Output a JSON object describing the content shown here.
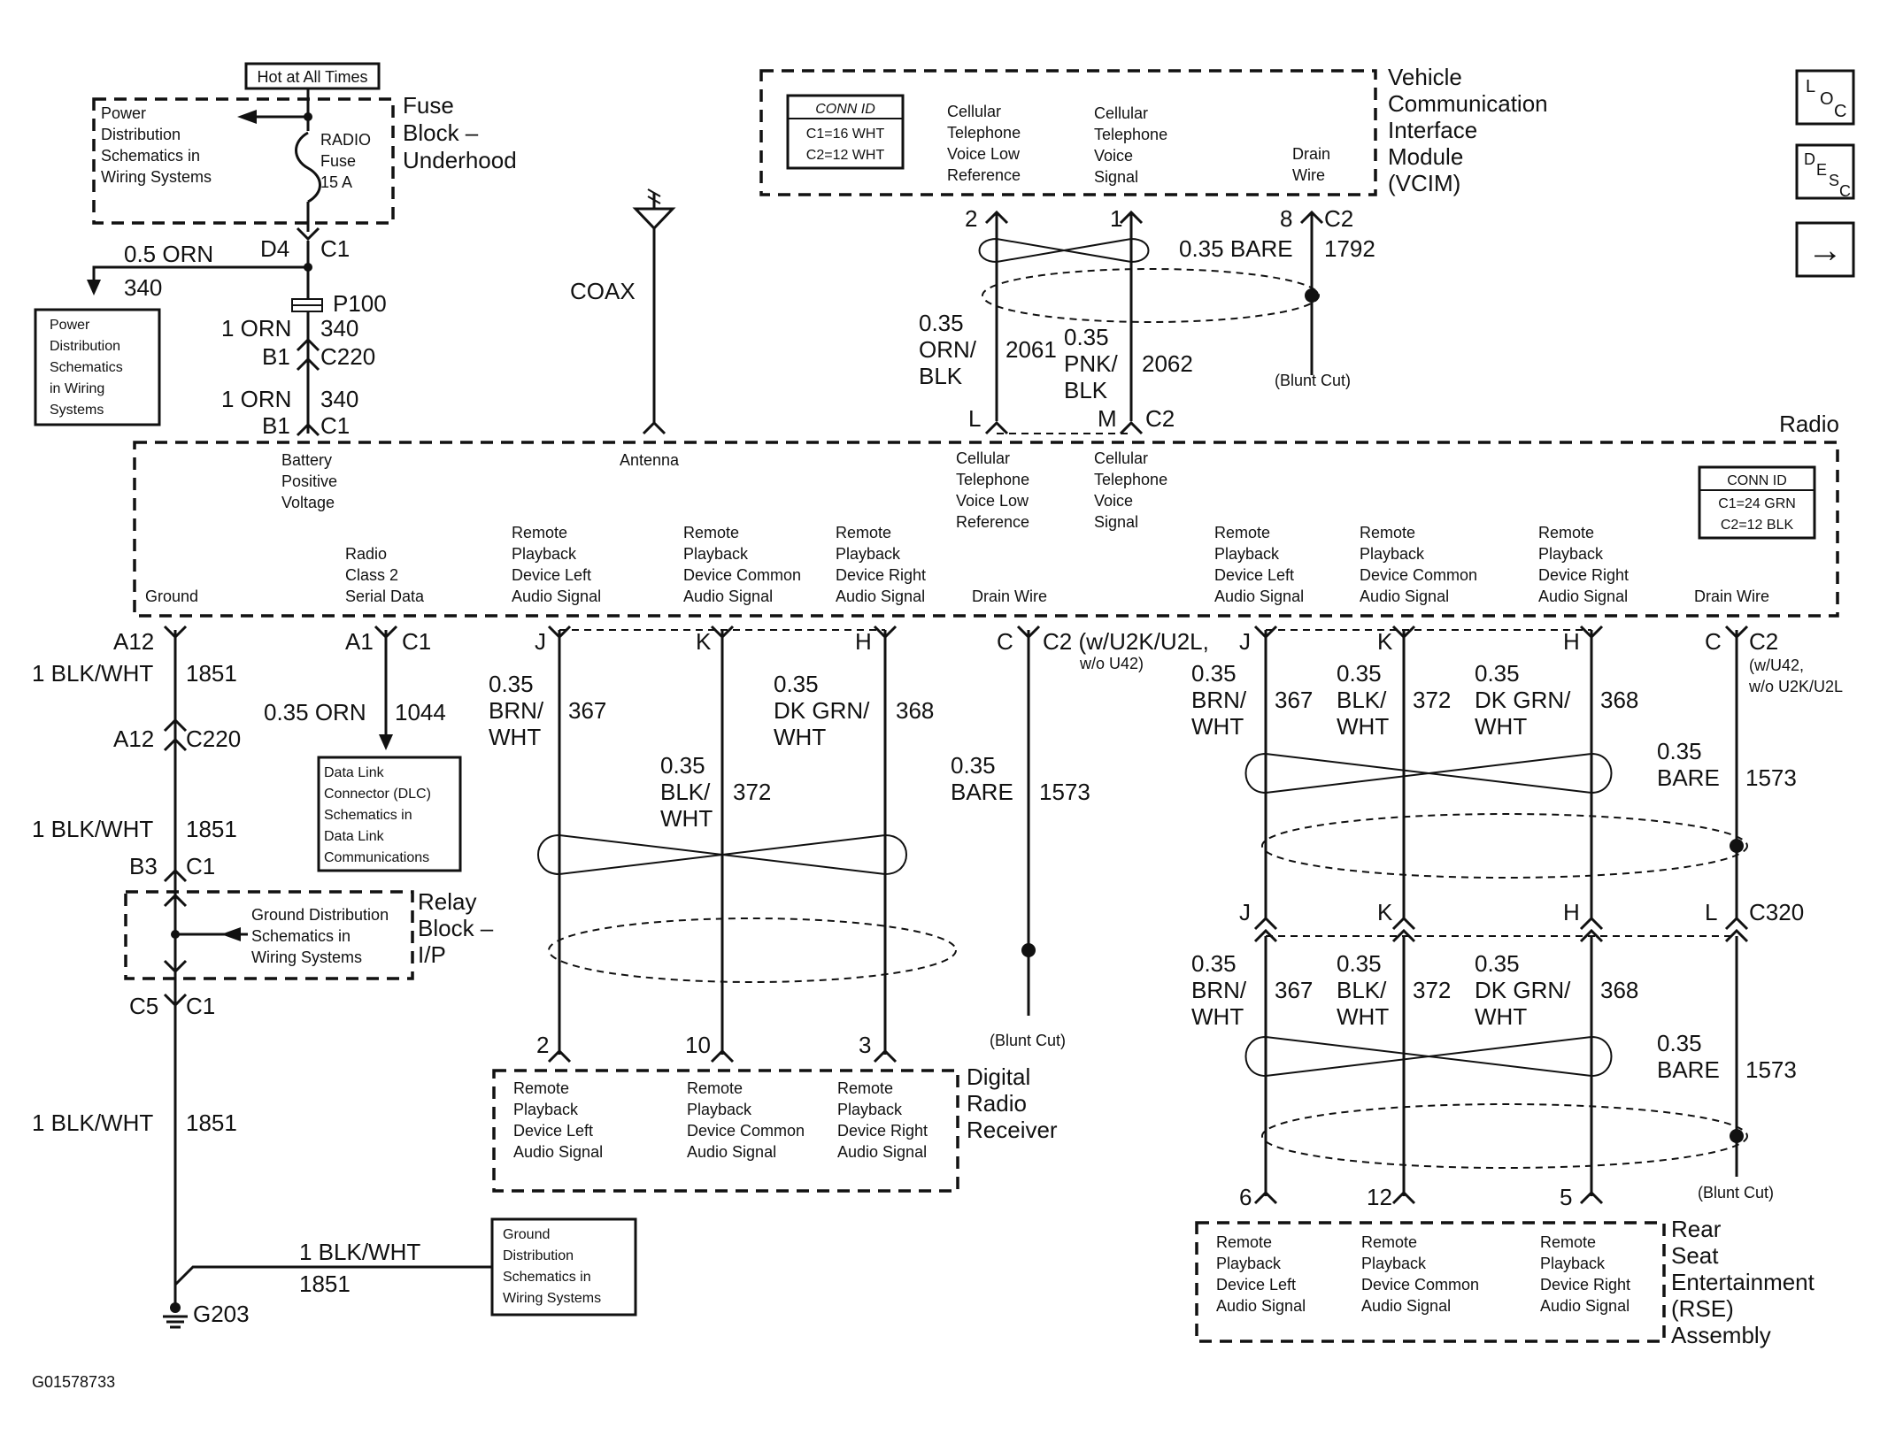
{
  "fuse_block": {
    "hot_label": "Hot at All Times",
    "name": [
      "Fuse",
      "Block –",
      "Underhood"
    ],
    "power_dist": [
      "Power",
      "Distribution",
      "Schematics in",
      "Wiring Systems"
    ],
    "fuse": [
      "RADIO",
      "Fuse",
      "15 A"
    ],
    "conn": [
      "D4",
      "C1"
    ]
  },
  "power_dist_box": [
    "Power",
    "Distribution",
    "Schematics",
    "in Wiring",
    "Systems"
  ],
  "battery_wires": {
    "branch_wire": [
      "0.5 ORN",
      "340"
    ],
    "splice": "P100",
    "w1": [
      "1 ORN",
      "340"
    ],
    "c220": [
      "B1",
      "C220"
    ],
    "w2": [
      "1 ORN",
      "340"
    ],
    "c1": [
      "B1",
      "C1"
    ]
  },
  "antenna": {
    "coax": "COAX"
  },
  "vcim": {
    "name": [
      "Vehicle",
      "Communication",
      "Interface",
      "Module",
      "(VCIM)"
    ],
    "conn_id": [
      "CONN ID",
      "C1=16 WHT",
      "C2=12 WHT"
    ],
    "pin_labels": [
      [
        "Cellular",
        "Telephone",
        "Voice Low",
        "Reference"
      ],
      [
        "Cellular",
        "Telephone",
        "Voice",
        "Signal"
      ],
      [
        "Drain",
        "Wire"
      ]
    ],
    "pins": [
      "2",
      "1",
      "8",
      "C2"
    ],
    "drain": [
      "0.35 BARE",
      "1792"
    ],
    "blunt_cut": "(Blunt Cut)",
    "wire_l": [
      "0.35",
      "ORN/",
      "BLK",
      "2061"
    ],
    "wire_m": [
      "0.35",
      "PNK/",
      "BLK",
      "2062"
    ],
    "radio_pins": [
      "L",
      "M",
      "C2"
    ]
  },
  "radio": {
    "name": "Radio",
    "conn_id": [
      "CONN ID",
      "C1=24 GRN",
      "C2=12 BLK"
    ],
    "battery": [
      "Battery",
      "Positive",
      "Voltage"
    ],
    "antenna": "Antenna",
    "cell_low": [
      "Cellular",
      "Telephone",
      "Voice Low",
      "Reference"
    ],
    "cell_sig": [
      "Cellular",
      "Telephone",
      "Voice",
      "Signal"
    ],
    "ground": "Ground",
    "class2": [
      "Radio",
      "Class 2",
      "Serial Data"
    ],
    "rp_left": [
      "Remote",
      "Playback",
      "Device Left",
      "Audio Signal"
    ],
    "rp_common": [
      "Remote",
      "Playback",
      "Device Common",
      "Audio Signal"
    ],
    "rp_right": [
      "Remote",
      "Playback",
      "Device Right",
      "Audio Signal"
    ],
    "drain_wire": "Drain Wire"
  },
  "ground_circuit": {
    "a12": "A12",
    "wire1": [
      "1 BLK/WHT",
      "1851"
    ],
    "c220": [
      "A12",
      "C220"
    ],
    "wire2": [
      "1 BLK/WHT",
      "1851"
    ],
    "c1": [
      "B3",
      "C1"
    ],
    "relay": [
      "Relay",
      "Block –",
      "I/P"
    ],
    "ground_dist": [
      "Ground Distribution",
      "Schematics in",
      "Wiring Systems"
    ],
    "c5": [
      "C5",
      "C1"
    ],
    "wire3": [
      "1 BLK/WHT",
      "1851"
    ],
    "wire4": [
      "1 BLK/WHT",
      "1851"
    ],
    "ground_box": [
      "Ground",
      "Distribution",
      "Schematics in",
      "Wiring Systems"
    ],
    "g203": "G203"
  },
  "data_link": {
    "pins": [
      "A1",
      "C1"
    ],
    "wire": [
      "0.35 ORN",
      "1044"
    ],
    "box": [
      "Data Link",
      "Connector (DLC)",
      "Schematics in",
      "Data Link",
      "Communications"
    ]
  },
  "digital_radio": {
    "pins_top": [
      "J",
      "K",
      "H",
      "C",
      "C2 (w/U2K/U2L,",
      "w/o U42)"
    ],
    "brn": [
      "0.35",
      "BRN/",
      "WHT",
      "367"
    ],
    "dkgrn": [
      "0.35",
      "DK GRN/",
      "WHT",
      "368"
    ],
    "blk": [
      "0.35",
      "BLK/",
      "WHT",
      "372"
    ],
    "bare": [
      "0.35",
      "BARE",
      "1573"
    ],
    "blunt_cut": "(Blunt Cut)",
    "pins_bottom": [
      "2",
      "10",
      "3"
    ],
    "name": [
      "Digital",
      "Radio",
      "Receiver"
    ],
    "left": [
      "Remote",
      "Playback",
      "Device Left",
      "Audio Signal"
    ],
    "common": [
      "Remote",
      "Playback",
      "Device Common",
      "Audio Signal"
    ],
    "right": [
      "Remote",
      "Playback",
      "Device Right",
      "Audio Signal"
    ]
  },
  "rse": {
    "pins_top": [
      "J",
      "K",
      "H",
      "C",
      "C2",
      "(w/U42,",
      "w/o U2K/U2L"
    ],
    "upper": {
      "brn": [
        "0.35",
        "BRN/",
        "WHT",
        "367"
      ],
      "blk": [
        "0.35",
        "BLK/",
        "WHT",
        "372"
      ],
      "dkgrn": [
        "0.35",
        "DK GRN/",
        "WHT",
        "368"
      ],
      "bare": [
        "0.35",
        "BARE",
        "1573"
      ]
    },
    "c320": [
      "J",
      "K",
      "H",
      "L",
      "C320"
    ],
    "lower": {
      "brn": [
        "0.35",
        "BRN/",
        "WHT",
        "367"
      ],
      "blk": [
        "0.35",
        "BLK/",
        "WHT",
        "372"
      ],
      "dkgrn": [
        "0.35",
        "DK GRN/",
        "WHT",
        "368"
      ],
      "bare": [
        "0.35",
        "BARE",
        "1573"
      ]
    },
    "blunt_cut": "(Blunt Cut)",
    "pins_bottom": [
      "6",
      "12",
      "5"
    ],
    "name": [
      "Rear",
      "Seat",
      "Entertainment",
      "(RSE)",
      "Assembly"
    ],
    "left": [
      "Remote",
      "Playback",
      "Device Left",
      "Audio Signal"
    ],
    "common": [
      "Remote",
      "Playback",
      "Device Common",
      "Audio Signal"
    ],
    "right": [
      "Remote",
      "Playback",
      "Device Right",
      "Audio Signal"
    ]
  },
  "nav": {
    "loc": [
      "L",
      "O",
      "C"
    ],
    "desc": [
      "D",
      "E",
      "S",
      "C"
    ],
    "next": "→"
  },
  "figure_id": "G01578733"
}
